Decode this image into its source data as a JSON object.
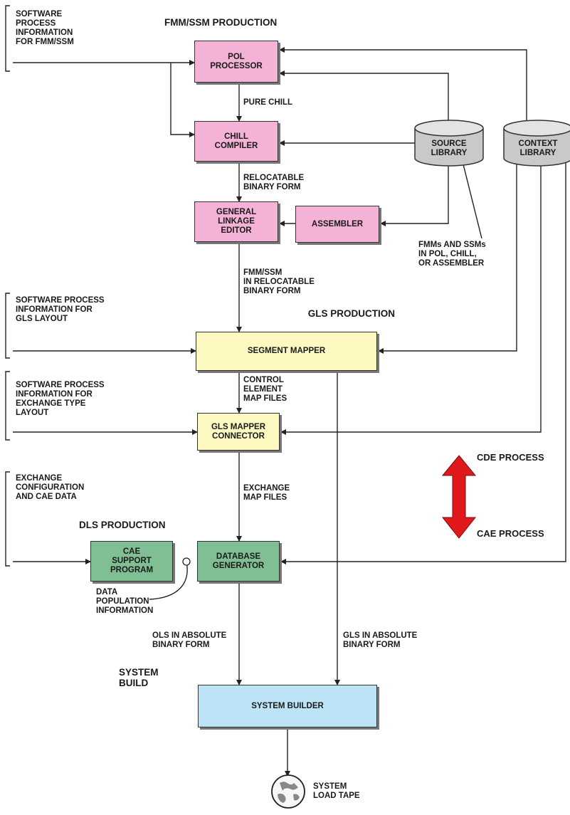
{
  "inputs": {
    "fmm_ssm_info": "SOFTWARE\nPROCESS\nINFORMATION\nFOR FMM/SSM",
    "gls_layout_info": "SOFTWARE PROCESS\nINFORMATION FOR\nGLS LAYOUT",
    "exchange_type_info": "SOFTWARE PROCESS\nINFORMATION FOR\nEXCHANGE TYPE\nLAYOUT",
    "exchange_config": "EXCHANGE\nCONFIGURATION\nAND CAE DATA"
  },
  "sections": {
    "fmm_ssm": "FMM/SSM PRODUCTION",
    "gls": "GLS PRODUCTION",
    "dls": "DLS PRODUCTION",
    "system_build": "SYSTEM\nBUILD"
  },
  "boxes": {
    "pol_processor": "POL\nPROCESSOR",
    "chill_compiler": "CHILL\nCOMPILER",
    "general_linkage_editor": "GENERAL\nLINKAGE\nEDITOR",
    "assembler": "ASSEMBLER",
    "segment_mapper": "SEGMENT MAPPER",
    "gls_mapper_connector": "GLS MAPPER\nCONNECTOR",
    "cae_support_program": "CAE\nSUPPORT\nPROGRAM",
    "database_generator": "DATABASE\nGENERATOR",
    "system_builder": "SYSTEM BUILDER"
  },
  "libraries": {
    "source": "SOURCE\nLIBRARY",
    "context": "CONTEXT\nLIBRARY"
  },
  "flow_labels": {
    "pure_chill": "PURE CHILL",
    "relocatable": "RELOCATABLE\nBINARY FORM",
    "fmm_ssm_relocatable": "FMM/SSM\nIN RELOCATABLE\nBINARY FORM",
    "fmm_ssm_languages": "FMMs AND SSMs\nIN POL, CHILL,\nOR ASSEMBLER",
    "control_element": "CONTROL\nELEMENT\nMAP FILES",
    "exchange_map": "EXCHANGE\nMAP FILES",
    "data_population": "DATA\nPOPULATION\nINFORMATION",
    "ols_absolute": "OLS IN ABSOLUTE\nBINARY FORM",
    "gls_absolute": "GLS IN ABSOLUTE\nBINARY FORM",
    "system_load_tape": "SYSTEM\nLOAD TAPE"
  },
  "process_arrow": {
    "top": "CDE PROCESS",
    "bottom": "CAE PROCESS",
    "color": "#e0191c"
  },
  "colors": {
    "fmm_boxes": "#f4b3d6",
    "gls_boxes": "#fdf9c0",
    "dls_boxes": "#7fbf93",
    "system_builder": "#bde3f7"
  }
}
